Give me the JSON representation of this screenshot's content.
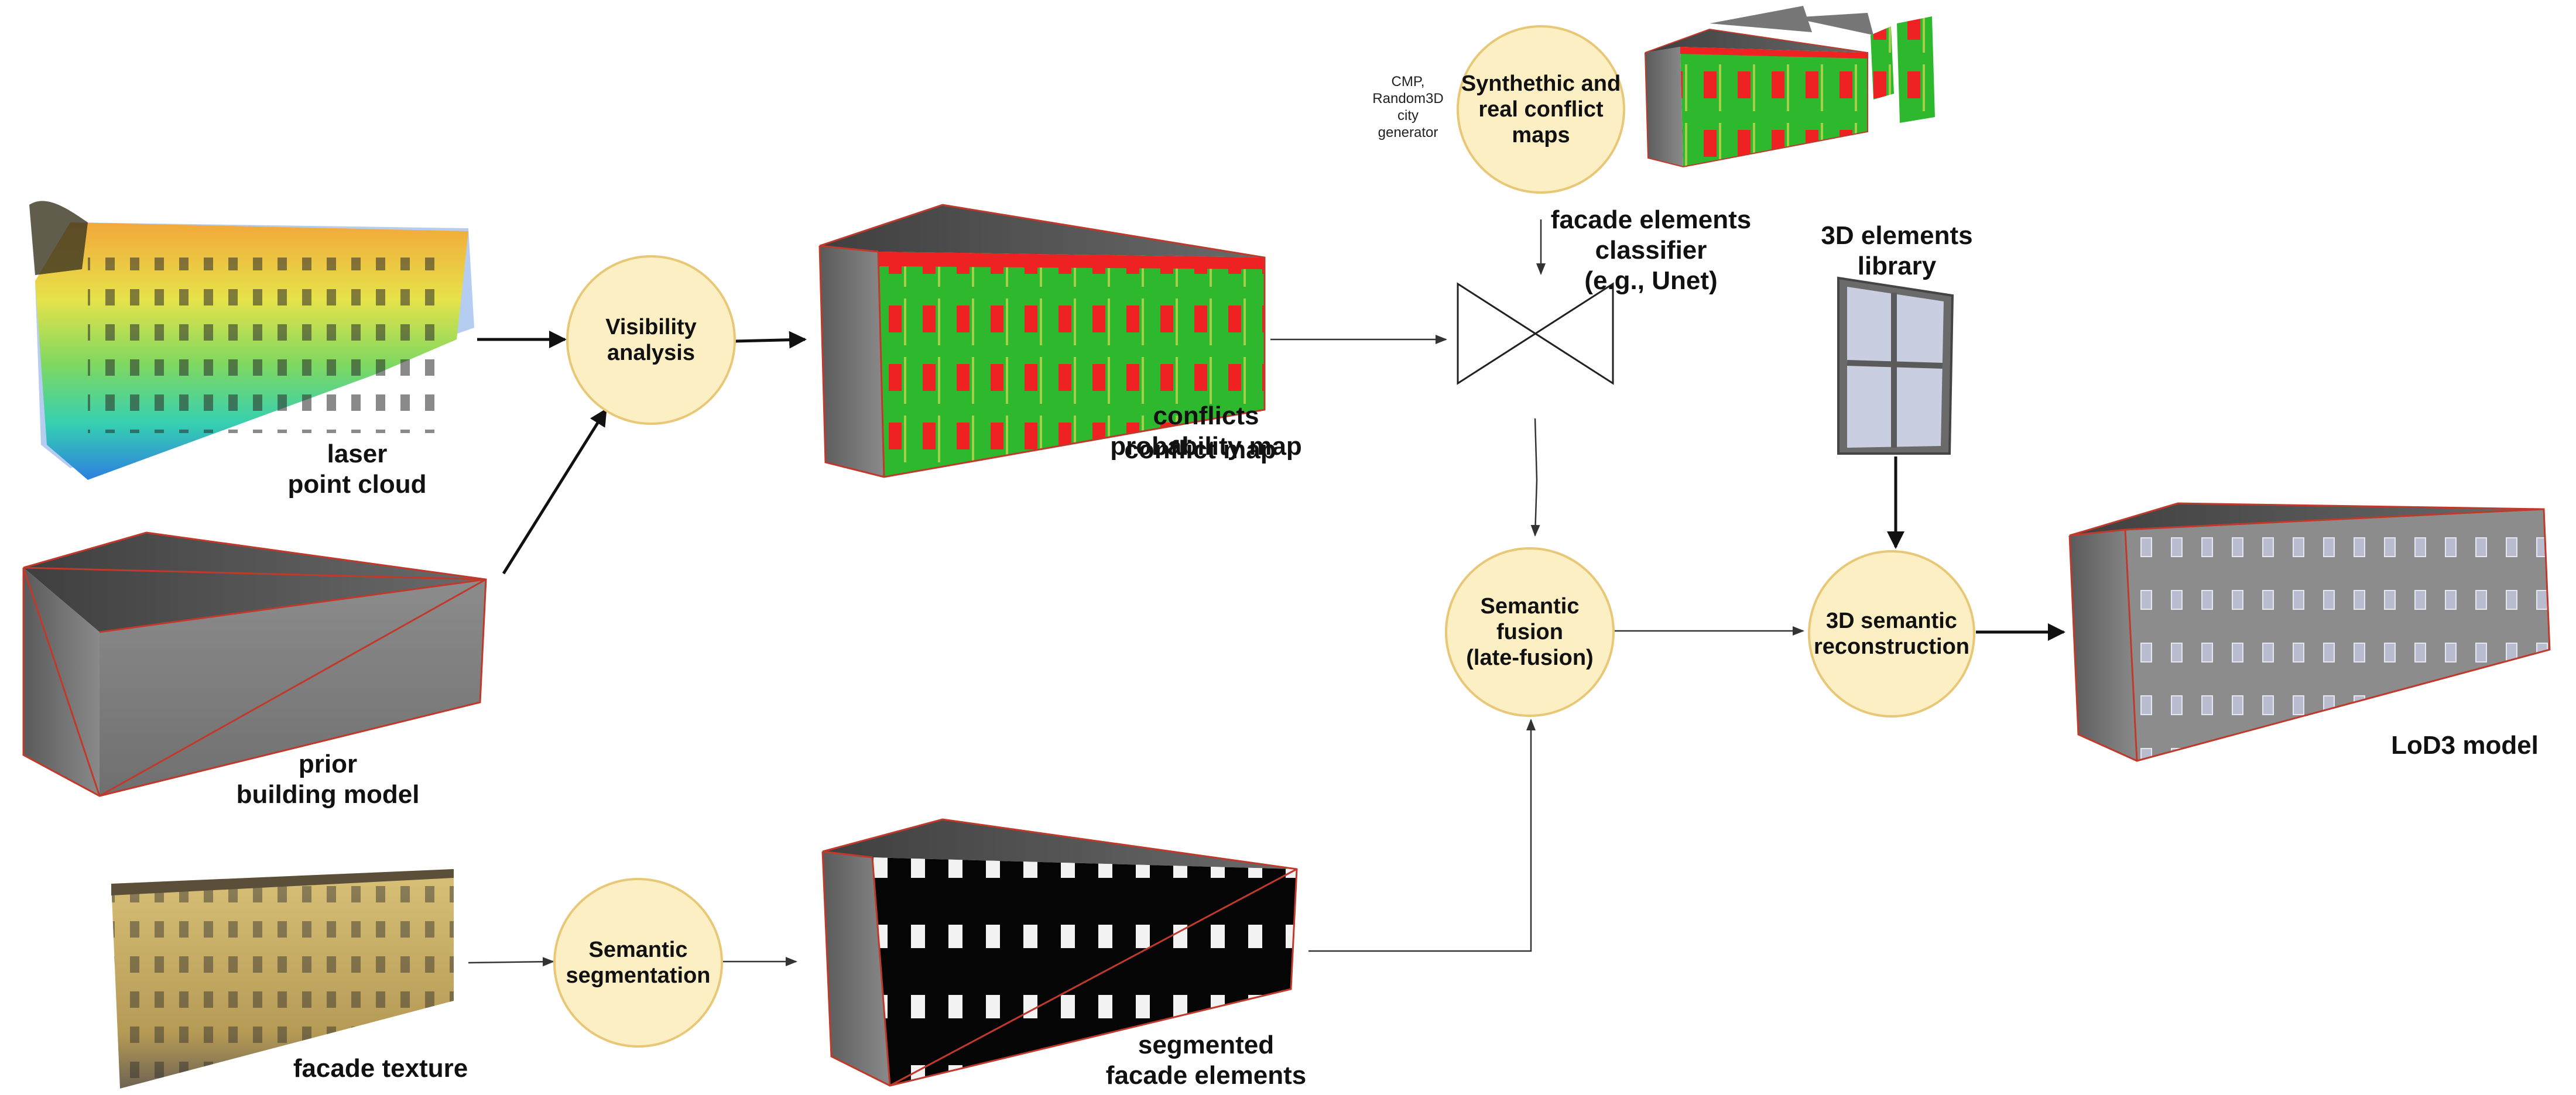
{
  "inputs": {
    "point_cloud_label": "laser\npoint cloud",
    "prior_model_label": "prior\nbuilding model",
    "facade_texture_label": "facade texture"
  },
  "processes": {
    "visibility": "Visibility\nanalysis",
    "segmentation": "Semantic\nsegmentation",
    "synthetic": "Synthethic and\nreal conflict\nmaps",
    "fusion": "Semantic\nfusion\n(late-fusion)",
    "reconstruction": "3D semantic\nreconstruction"
  },
  "outputs": {
    "conflict_label": "conflicts\nprobability map",
    "conflict_overlap_label": "conflict map",
    "segmented_label": "segmented\nfacade elements",
    "classifier_label": "facade elements\nclassifier\n(e.g., Unet)",
    "library_label": "3D elements\nlibrary",
    "lod3_label": "LoD3 model"
  },
  "notes": {
    "datasets": "CMP,\nRandom3D\ncity\ngenerator"
  },
  "colors": {
    "circle_fill": "#fdefc4",
    "circle_border": "#e8c777",
    "box_edge": "#c0392b",
    "conflict_red": "#ee2222",
    "conflict_green": "#2eb82e"
  }
}
